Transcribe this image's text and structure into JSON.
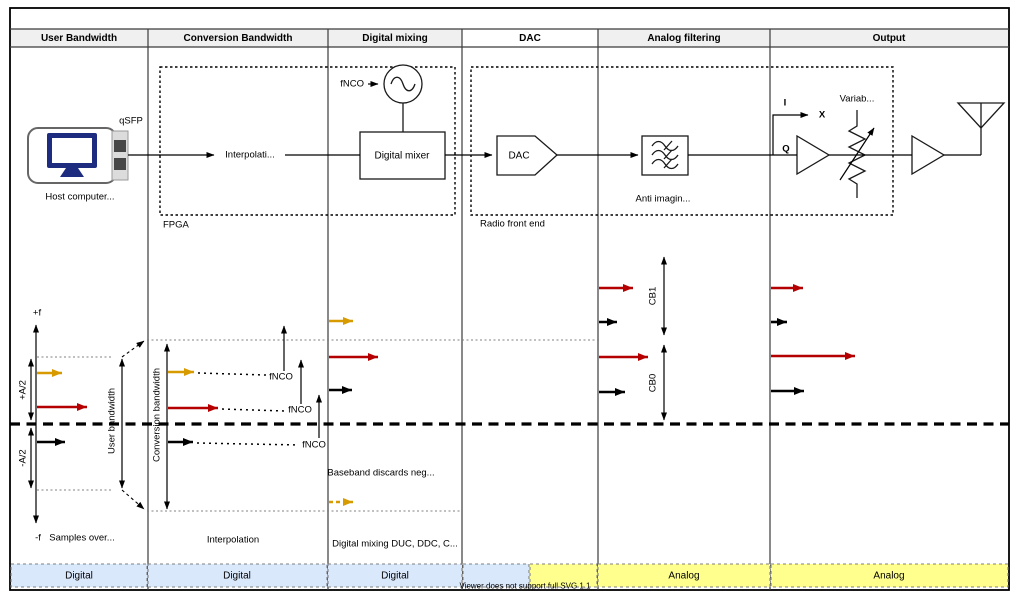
{
  "headers": [
    "User Bandwidth",
    "Conversion Bandwidth",
    "Digital mixing",
    "DAC",
    "Analog filtering",
    "Output"
  ],
  "blocks": {
    "qsfp": "qSFP",
    "host_caption": "Host computer...",
    "fpga": "FPGA",
    "interpolation": "Interpolati...",
    "fnco": "fNCO",
    "digital_mixer": "Digital mixer",
    "dac": "DAC",
    "radio_front_end": "Radio front end",
    "anti_imaging": "Anti imagin...",
    "i_label": "I",
    "x_label": "X",
    "q_label": "Q",
    "variable_amp": "Variab..."
  },
  "freq": {
    "plus_f": "+f",
    "minus_f": "-f",
    "plus_a2": "+A/2",
    "minus_a2": "-A/2",
    "user_bandwidth": "User bandwidth",
    "conversion_bandwidth": "Conversion bandwidth",
    "fnco_1": "fNCO",
    "fnco_2": "fNCO",
    "fnco_3": "fNCO",
    "samples_caption": "Samples over...",
    "interpolation_caption": "Interpolation",
    "baseband_caption": "Baseband discards neg...",
    "mixing_caption": "Digital mixing DUC, DDC, C...",
    "cb1": "CB1",
    "cb0": "CB0"
  },
  "bands": [
    {
      "label": "Digital",
      "type": "digital"
    },
    {
      "label": "Digital",
      "type": "digital"
    },
    {
      "label": "Digital",
      "type": "digital"
    },
    {
      "label": "",
      "type": "digital"
    },
    {
      "label": "",
      "type": "analog"
    },
    {
      "label": "Analog",
      "type": "analog"
    },
    {
      "label": "Analog",
      "type": "analog"
    }
  ],
  "watermark": "Viewer does not support full SVG 1.1",
  "colors": {
    "arrow_red": "#b40000",
    "arrow_orange": "#d79b00",
    "arrow_black": "#000000",
    "digital_band_fill": "#dae8fc",
    "analog_band_fill": "#ffff8d",
    "header_fill": "#f0f0f0",
    "monitor_blue": "#1e2c80"
  }
}
